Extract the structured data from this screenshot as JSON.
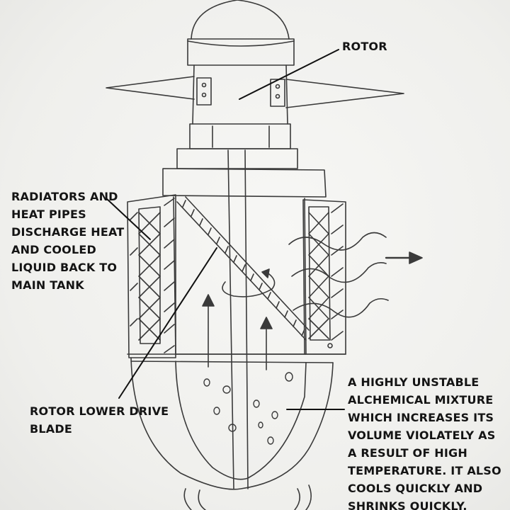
{
  "labels": {
    "rotor": "ROTOR",
    "radiators": "RADIATORS AND\nHEAT PIPES\nDISCHARGE HEAT\nAND COOLED\nLIQUID BACK TO\nMAIN TANK",
    "rotor_lower_drive_blade": "ROTOR LOWER DRIVE\nBLADE",
    "mixture": "A HIGHLY UNSTABLE\nALCHEMICAL MIXTURE\nWHICH INCREASES ITS\nVOLUME VIOLATELY AS\nA RESULT OF HIGH\nTEMPERATURE. IT ALSO\nCOOLS QUICKLY AND\nSHRINKS QUICKLY."
  },
  "colors": {
    "ink": "#3a3a3a",
    "text": "#141414",
    "paper": "#f3f3f1"
  }
}
